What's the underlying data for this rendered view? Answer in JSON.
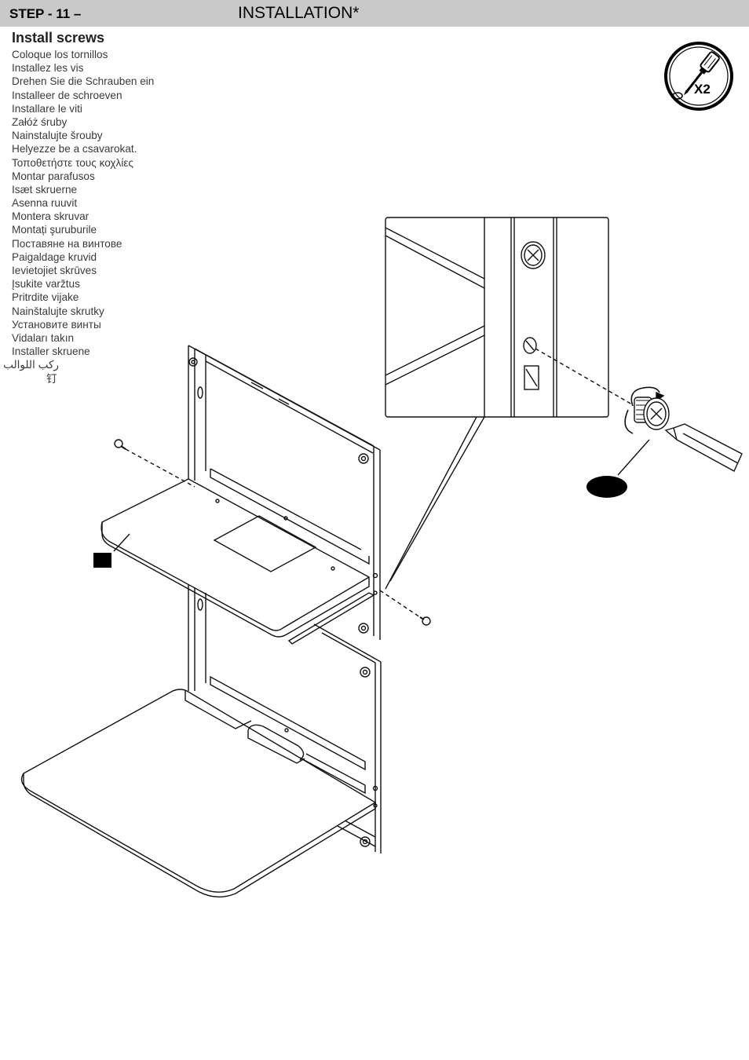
{
  "header": {
    "step": "STEP - 11 –",
    "section": "INSTALLATION*"
  },
  "instruction": {
    "title": "Install screws",
    "translations": [
      "Coloque los tornillos",
      "Installez les vis",
      "Drehen Sie die Schrauben ein",
      "Installeer de schroeven",
      "Installare le viti",
      "Załóż śruby",
      "Nainstalujte šrouby",
      "Helyezze be a csavarokat.",
      "Τοποθετήστε τους κοχλίες",
      "Montar parafusos",
      "Isæt skruerne",
      "Asenna ruuvit",
      "Montera skruvar",
      "Montați şuruburile",
      "Поставяне на винтове",
      "Paigaldage kruvid",
      "Ievietojiet skrūves",
      "Įsukite varžtus",
      "Pritrdite vijake",
      "Nainštalujte skrutky",
      "Установите винты",
      "Vidaları takın",
      "Installer skruene",
      "ركب اللوالب",
      "钉"
    ]
  },
  "tool_badge": {
    "icon": "screwdriver-icon",
    "quantity": "X2"
  }
}
